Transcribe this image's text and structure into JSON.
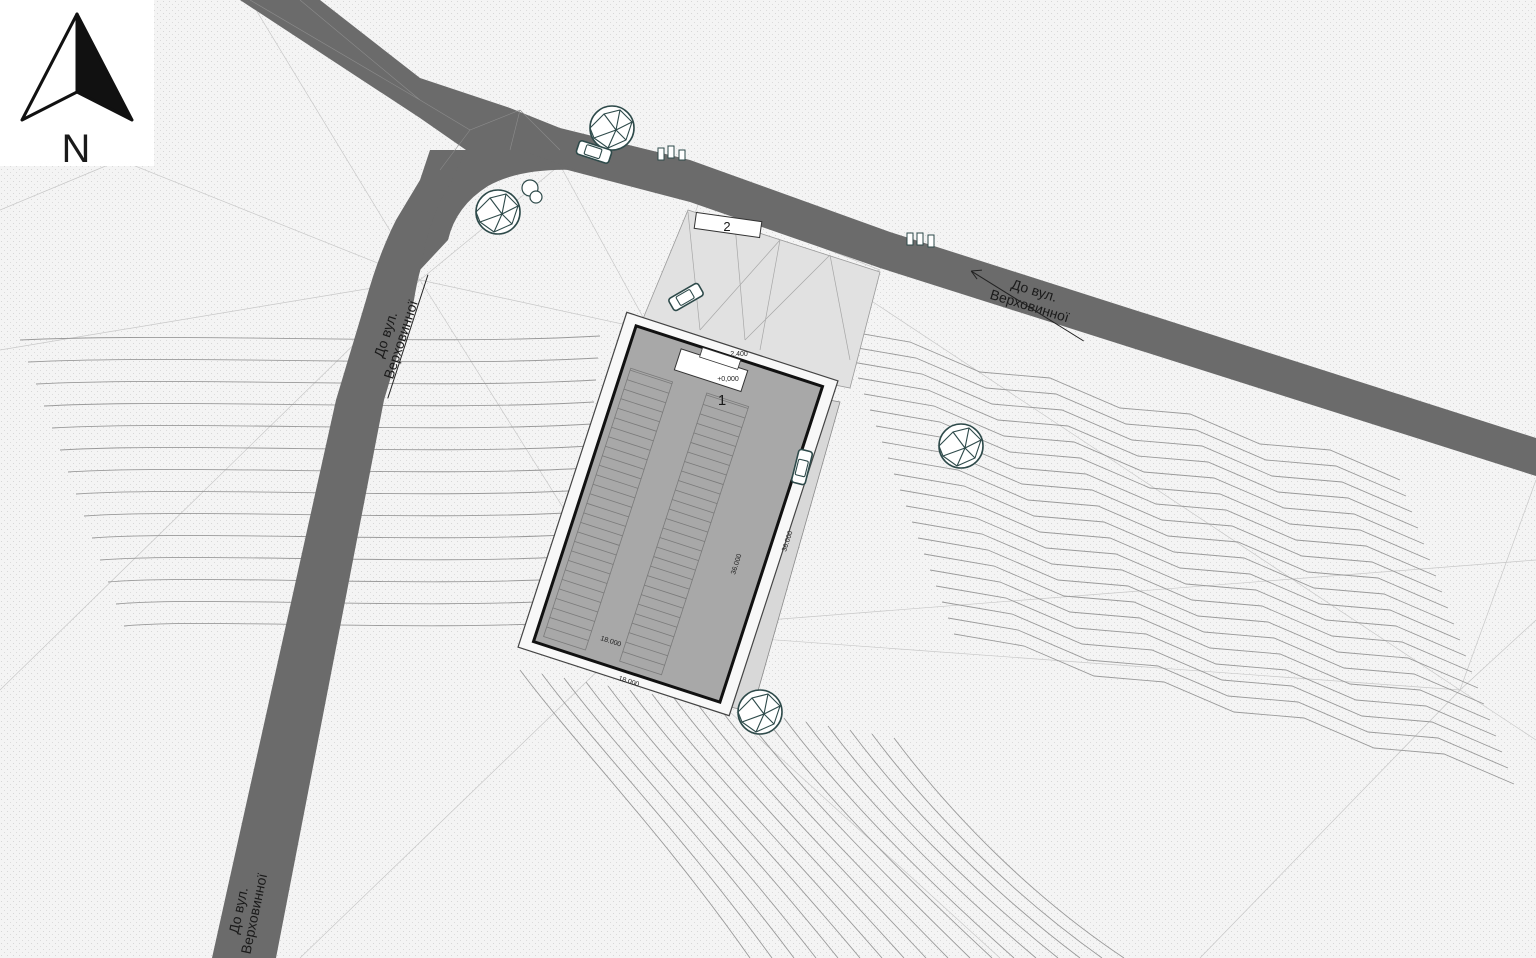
{
  "compass": {
    "letter": "N"
  },
  "street_labels": {
    "west_road": {
      "line1": "До вул.",
      "line2": "Верховинної"
    },
    "sw_road": {
      "line1": "До вул.",
      "line2": "Верховинної"
    },
    "east_road": {
      "line1": "До вул.",
      "line2": "Верховинної"
    }
  },
  "building": {
    "number": "1",
    "elevation": "+0,000",
    "dim_width_outer": "18.000",
    "dim_width_inner": "18.000",
    "dim_length": "36.000",
    "dim_side": "36.000",
    "dim_entry": "2.400"
  },
  "parking": {
    "number": "2"
  },
  "colors": {
    "road": "#6b6b6b",
    "ground": "#f4f4f4",
    "building_roof": "#a8a8a8",
    "paving": "#e1e1e1",
    "tree": "#2e4a4a"
  }
}
